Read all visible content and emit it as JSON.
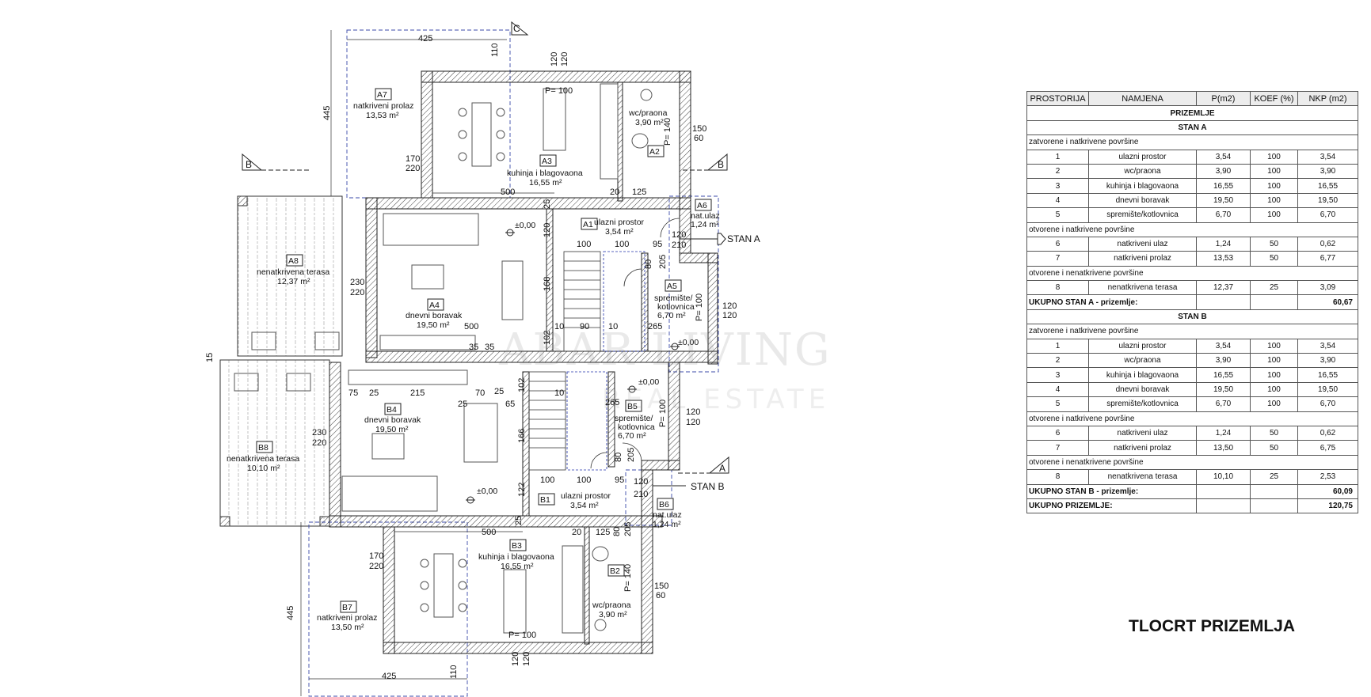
{
  "plan": {
    "title": "TLOCRT PRIZEMLJA",
    "watermark": "ABAR LIVING",
    "watermark_sub": "REAL ESTATE",
    "section_marks": {
      "b": "B",
      "a": "A",
      "c": "C"
    },
    "entrances": {
      "stan_a": "STAN A",
      "stan_b": "STAN B"
    },
    "rooms": {
      "a1": {
        "code": "A1",
        "name": "ulazni prostor",
        "area": "3,54 m²"
      },
      "a2": {
        "code": "A2",
        "name": "wc/praona",
        "area": "3,90 m²"
      },
      "a3": {
        "code": "A3",
        "name": "kuhinja i blagovaona",
        "area": "16,55 m²"
      },
      "a4": {
        "code": "A4",
        "name": "dnevni boravak",
        "area": "19,50 m²"
      },
      "a5": {
        "code": "A5",
        "name1": "spremište/",
        "name2": "kotlovnica",
        "area": "6,70 m²"
      },
      "a6": {
        "code": "A6",
        "name": "nat.ulaz",
        "area": "1,24 m²"
      },
      "a7": {
        "code": "A7",
        "name": "natkriveni prolaz",
        "area": "13,53 m²"
      },
      "a8": {
        "code": "A8",
        "name": "nenatkrivena terasa",
        "area": "12,37 m²"
      },
      "b1": {
        "code": "B1",
        "name": "ulazni prostor",
        "area": "3,54 m²"
      },
      "b2": {
        "code": "B2",
        "name": "wc/praona",
        "area": "3,90 m²"
      },
      "b3": {
        "code": "B3",
        "name": "kuhinja i blagovaona",
        "area": "16,55 m²"
      },
      "b4": {
        "code": "B4",
        "name": "dnevni boravak",
        "area": "19,50 m²"
      },
      "b5": {
        "code": "B5",
        "name1": "spremište/",
        "name2": "kotlovnica",
        "area": "6,70 m²"
      },
      "b6": {
        "code": "B6",
        "name": "nat.ulaz",
        "area": "1,24 m²"
      },
      "b7": {
        "code": "B7",
        "name": "natkriveni prolaz",
        "area": "13,50 m²"
      },
      "b8": {
        "code": "B8",
        "name": "nenatkrivena terasa",
        "area": "10,10 m²"
      }
    },
    "levels": {
      "zero": "±0,00"
    },
    "dims": {
      "d425": "425",
      "d110": "110",
      "d120": "120",
      "d445": "445",
      "d500": "500",
      "d20": "20",
      "d125": "125",
      "d170": "170",
      "d220": "220",
      "d150": "150",
      "d60": "60",
      "d230": "230",
      "d25": "25",
      "d100": "100",
      "d95": "95",
      "d210": "210",
      "d80": "80",
      "d205": "205",
      "d168": "168",
      "d102": "102",
      "d10": "10",
      "d90": "90",
      "d265": "265",
      "d35": "35",
      "d75": "75",
      "d215": "215",
      "d70": "70",
      "d65": "65",
      "d166": "166",
      "d122": "122",
      "d15": "15",
      "p100": "P= 100",
      "p140": "P= 140"
    }
  },
  "table": {
    "headers": [
      "PROSTORIJA",
      "NAMJENA",
      "P(m2)",
      "KOEF (%)",
      "NKP (m2)"
    ],
    "floor": "PRIZEMLJE",
    "units": [
      {
        "name": "STAN A",
        "groups": [
          {
            "label": "zatvorene i natkrivene površine",
            "rows": [
              [
                "1",
                "ulazni prostor",
                "3,54",
                "100",
                "3,54"
              ],
              [
                "2",
                "wc/praona",
                "3,90",
                "100",
                "3,90"
              ],
              [
                "3",
                "kuhinja i blagovaona",
                "16,55",
                "100",
                "16,55"
              ],
              [
                "4",
                "dnevni boravak",
                "19,50",
                "100",
                "19,50"
              ],
              [
                "5",
                "spremište/kotlovnica",
                "6,70",
                "100",
                "6,70"
              ]
            ]
          },
          {
            "label": "otvorene i natkrivene površine",
            "rows": [
              [
                "6",
                "natkriveni ulaz",
                "1,24",
                "50",
                "0,62"
              ],
              [
                "7",
                "natkriveni prolaz",
                "13,53",
                "50",
                "6,77"
              ]
            ]
          },
          {
            "label": "otvorene i nenatkrivene površine",
            "rows": [
              [
                "8",
                "nenatkrivena terasa",
                "12,37",
                "25",
                "3,09"
              ]
            ]
          }
        ],
        "total_label": "UKUPNO STAN A - prizemlje:",
        "total": "60,67"
      },
      {
        "name": "STAN B",
        "groups": [
          {
            "label": "zatvorene i natkrivene površine",
            "rows": [
              [
                "1",
                "ulazni prostor",
                "3,54",
                "100",
                "3,54"
              ],
              [
                "2",
                "wc/praona",
                "3,90",
                "100",
                "3,90"
              ],
              [
                "3",
                "kuhinja i blagovaona",
                "16,55",
                "100",
                "16,55"
              ],
              [
                "4",
                "dnevni boravak",
                "19,50",
                "100",
                "19,50"
              ],
              [
                "5",
                "spremište/kotlovnica",
                "6,70",
                "100",
                "6,70"
              ]
            ]
          },
          {
            "label": "otvorene i natkrivene površine",
            "rows": [
              [
                "6",
                "natkriveni ulaz",
                "1,24",
                "50",
                "0,62"
              ],
              [
                "7",
                "natkriveni prolaz",
                "13,50",
                "50",
                "6,75"
              ]
            ]
          },
          {
            "label": "otvorene i nenatkrivene površine",
            "rows": [
              [
                "8",
                "nenatkrivena terasa",
                "10,10",
                "25",
                "2,53"
              ]
            ]
          }
        ],
        "total_label": "UKUPNO STAN B - prizemlje:",
        "total": "60,09"
      }
    ],
    "grand_total_label": "UKUPNO PRIZEMLJE:",
    "grand_total": "120,75"
  }
}
